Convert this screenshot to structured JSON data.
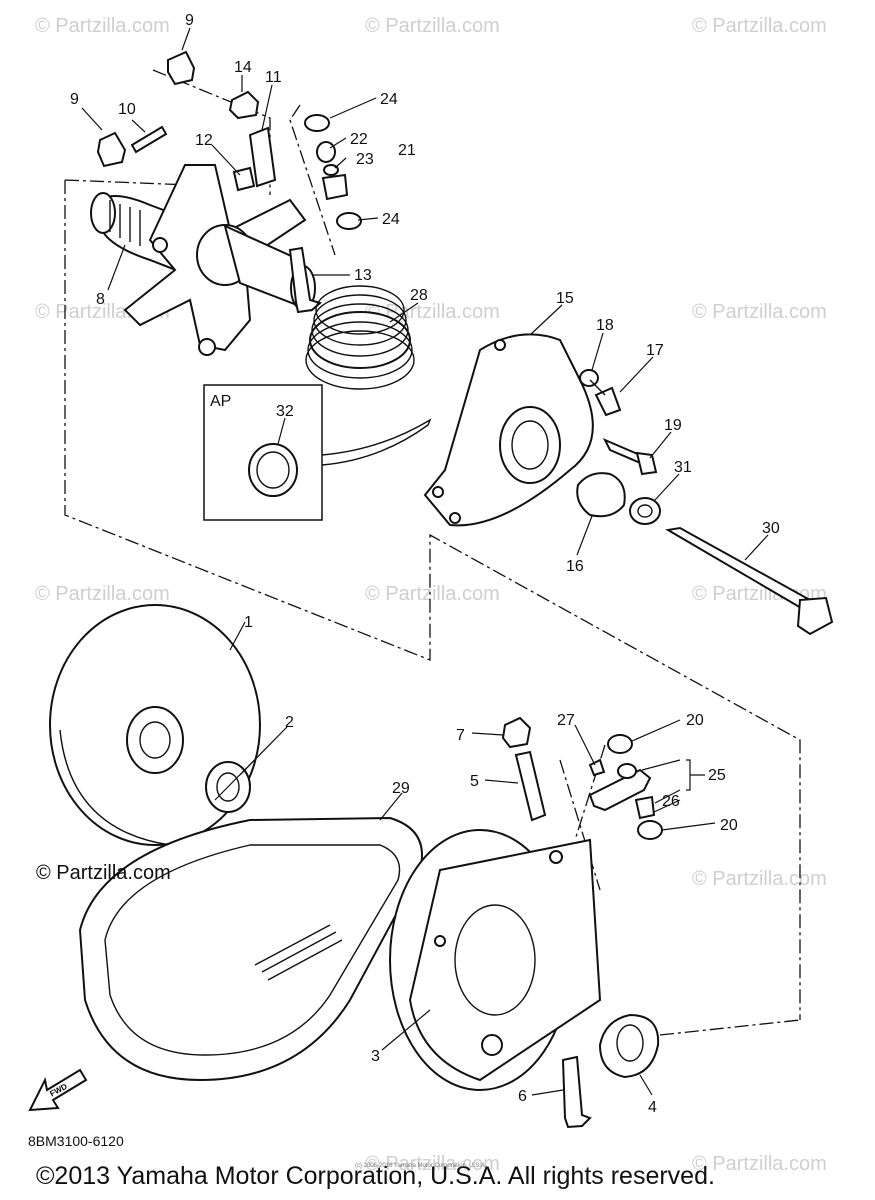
{
  "watermark": "© Partzilla.com",
  "partzilla_mark": "© Partzilla.com",
  "diagram_code": "8BM3100-6120",
  "copyright": "©2013 Yamaha Motor Corporation, U.S.A. All rights reserved.",
  "small_note": "(c) 2005-2016 Yamaha Motor Corporation, U.S.A.",
  "inset_label": "AP",
  "fwd_label": "FWD",
  "callouts": [
    "9",
    "14",
    "11",
    "24",
    "10",
    "9",
    "12",
    "22",
    "23",
    "21",
    "24",
    "8",
    "13",
    "28",
    "15",
    "18",
    "17",
    "32",
    "19",
    "31",
    "16",
    "30",
    "1",
    "2",
    "7",
    "27",
    "20",
    "25",
    "5",
    "26",
    "29",
    "20",
    "3",
    "6",
    "4"
  ]
}
